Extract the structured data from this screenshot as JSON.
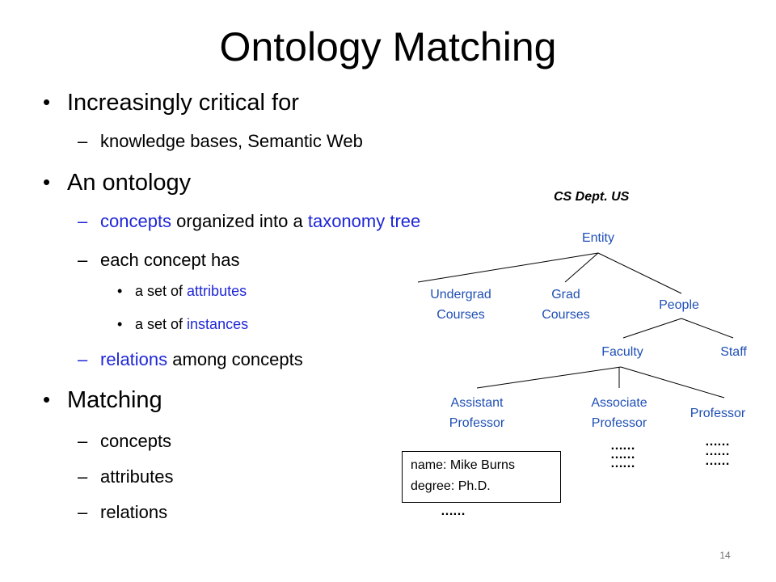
{
  "title": "Ontology Matching",
  "bullets": {
    "b1": "Increasingly critical for",
    "b1_sub": "knowledge bases, Semantic Web",
    "b2": "An ontology",
    "b2_sub1_concepts": "concepts",
    "b2_sub1_mid": " organized into a ",
    "b2_sub1_taxonomy": "taxonomy tree",
    "b2_sub2": "each concept has",
    "b2_sub2_a_prefix": "a set of ",
    "b2_sub2_a_word": "attributes",
    "b2_sub2_b_prefix": "a set of ",
    "b2_sub2_b_word": "instances",
    "b2_sub3_relations": "relations",
    "b2_sub3_rest": " among concepts",
    "b3": "Matching",
    "b3_sub1": "concepts",
    "b3_sub2": "attributes",
    "b3_sub3": "relations",
    "dash": "–",
    "dot": "•"
  },
  "diagram": {
    "heading": "CS Dept. US",
    "entity": "Entity",
    "undergrad": "Undergrad\nCourses",
    "grad": "Grad\nCourses",
    "people": "People",
    "faculty": "Faculty",
    "staff": "Staff",
    "assistant": "Assistant\nProfessor",
    "associate": "Associate\nProfessor",
    "professor": "Professor",
    "instance_line1": "name: Mike Burns",
    "instance_line2": "degree: Ph.D.",
    "ellipsis": "……",
    "node_color": "#1f4fb5",
    "accent_color": "#1f27d6"
  },
  "page_number": "14"
}
